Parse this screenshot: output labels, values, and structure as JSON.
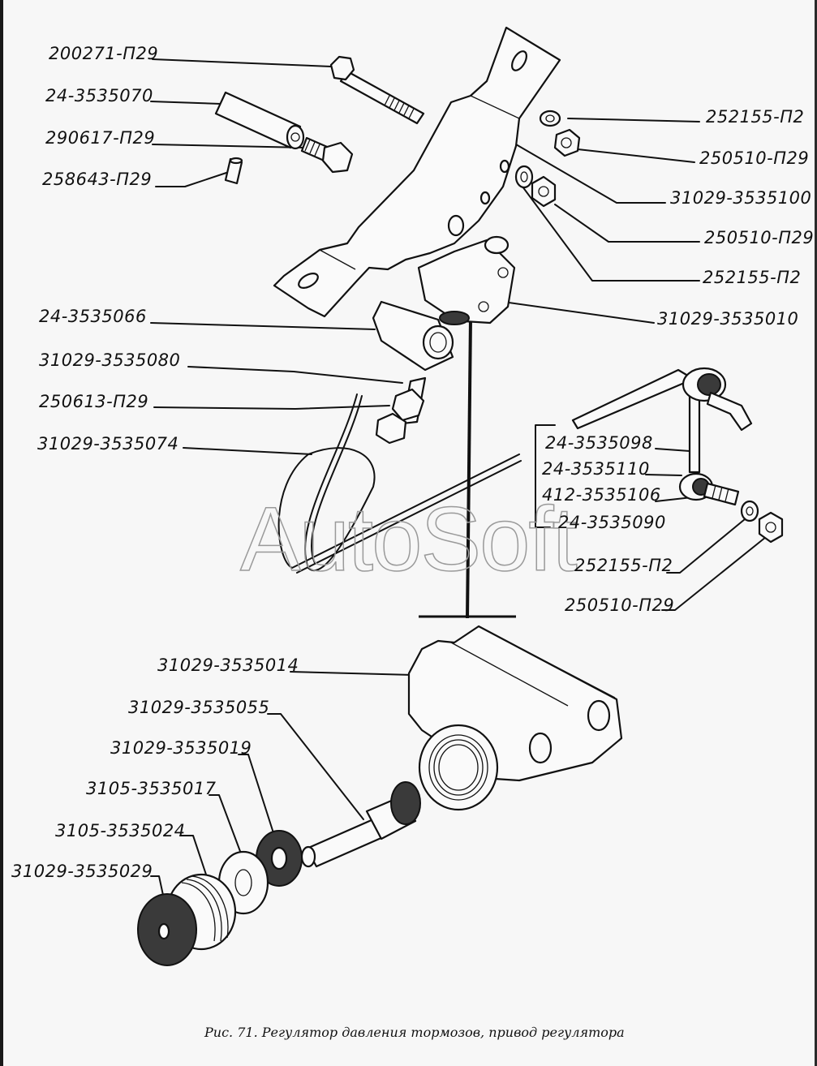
{
  "figure": {
    "caption": "Рис. 71. Регулятор давления тормозов, привод регулятора",
    "watermark": "AutoSoft"
  },
  "labels": {
    "l200271": "200271-П29",
    "l24_3535070": "24-3535070",
    "l290617": "290617-П29",
    "l258643": "258643-П29",
    "r252155_a": "252155-П2",
    "r250510_a": "250510-П29",
    "r31029_3535100": "31029-3535100",
    "r250510_b": "250510-П29",
    "r252155_b": "252155-П2",
    "r31029_3535010": "31029-3535010",
    "l24_3535066": "24-3535066",
    "l31029_3535080": "31029-3535080",
    "l250613": "250613-П29",
    "l31029_3535074": "31029-3535074",
    "g24_3535098": "24-3535098",
    "g24_3535110": "24-3535110",
    "g412_3535106": "412-3535106",
    "g24_3535090": "24-3535090",
    "r252155_c": "252155-П2",
    "r250510_c": "250510-П29",
    "b31029_3535014": "31029-3535014",
    "b31029_3535055": "31029-3535055",
    "b31029_3535019": "31029-3535019",
    "b3105_3535017": "3105-3535017",
    "b3105_3535024": "3105-3535024",
    "b31029_3535029": "31029-3535029"
  }
}
